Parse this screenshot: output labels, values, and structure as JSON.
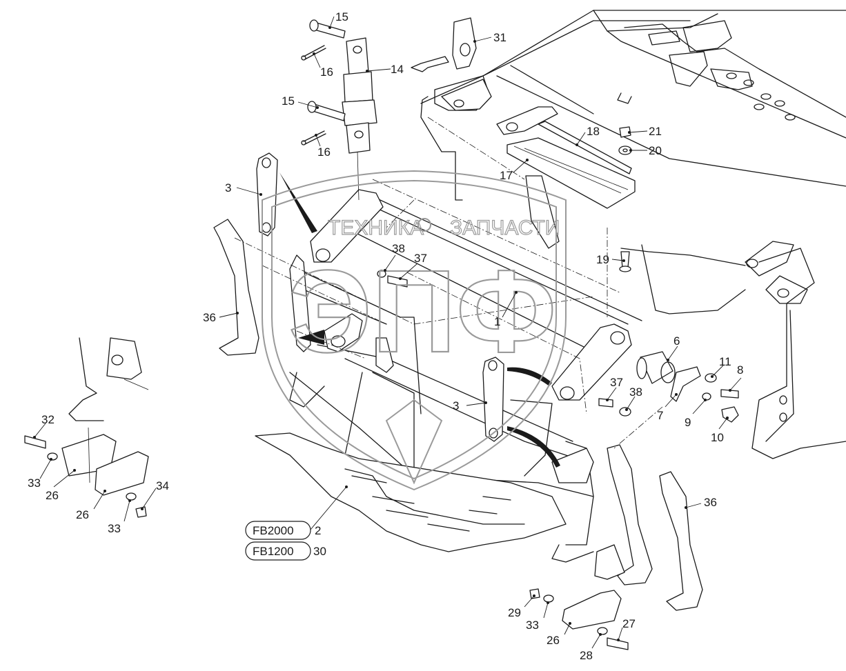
{
  "watermark": {
    "top_text": "ТЕХНИКА",
    "top_text_right": "ЗАПЧАСТИ",
    "big_text": "ЭПФ"
  },
  "callouts": [
    {
      "id": "c15a",
      "text": "15"
    },
    {
      "id": "c16a",
      "text": "16"
    },
    {
      "id": "c14",
      "text": "14"
    },
    {
      "id": "c31",
      "text": "31"
    },
    {
      "id": "c15b",
      "text": "15"
    },
    {
      "id": "c16b",
      "text": "16"
    },
    {
      "id": "c18",
      "text": "18"
    },
    {
      "id": "c21",
      "text": "21"
    },
    {
      "id": "c20",
      "text": "20"
    },
    {
      "id": "c17",
      "text": "17"
    },
    {
      "id": "c3a",
      "text": "3"
    },
    {
      "id": "c38a",
      "text": "38"
    },
    {
      "id": "c37a",
      "text": "37"
    },
    {
      "id": "c19",
      "text": "19"
    },
    {
      "id": "c36a",
      "text": "36"
    },
    {
      "id": "c1",
      "text": "1"
    },
    {
      "id": "c6",
      "text": "6"
    },
    {
      "id": "c11",
      "text": "11"
    },
    {
      "id": "c8",
      "text": "8"
    },
    {
      "id": "c37b",
      "text": "37"
    },
    {
      "id": "c38b",
      "text": "38"
    },
    {
      "id": "c7",
      "text": "7"
    },
    {
      "id": "c9",
      "text": "9"
    },
    {
      "id": "c10",
      "text": "10"
    },
    {
      "id": "c3b",
      "text": "3"
    },
    {
      "id": "c32",
      "text": "32"
    },
    {
      "id": "c33a",
      "text": "33"
    },
    {
      "id": "c26a",
      "text": "26"
    },
    {
      "id": "c34",
      "text": "34"
    },
    {
      "id": "c26b",
      "text": "26"
    },
    {
      "id": "c33b",
      "text": "33"
    },
    {
      "id": "c36b",
      "text": "36"
    },
    {
      "id": "c2",
      "text": "2"
    },
    {
      "id": "c30",
      "text": "30"
    },
    {
      "id": "c29",
      "text": "29"
    },
    {
      "id": "c33c",
      "text": "33"
    },
    {
      "id": "c27",
      "text": "27"
    },
    {
      "id": "c26c",
      "text": "26"
    },
    {
      "id": "c28",
      "text": "28"
    }
  ],
  "model_tags": {
    "fb2000": "FB2000",
    "fb1200": "FB1200"
  }
}
